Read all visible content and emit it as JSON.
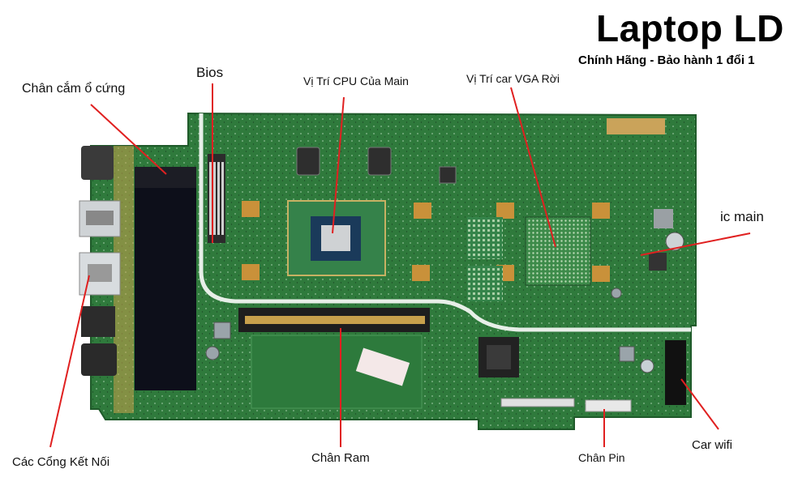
{
  "header": {
    "title": "Laptop LD",
    "subtitle": "Chính Hãng - Bảo hành 1 đổi 1"
  },
  "labels": {
    "hdd_connector": "Chân cắm ổ cứng",
    "bios": "Bios",
    "cpu": "Vị Trí CPU Của Main",
    "vga": "Vị Trí car VGA Rời",
    "ic_main": "ic main",
    "ports": "Các Cổng Kết Nối",
    "ram": "Chân Ram",
    "battery": "Chân Pin",
    "wifi": "Car wifi"
  },
  "colors": {
    "pcb": "#2f7a3c",
    "pointer": "#e02020"
  }
}
